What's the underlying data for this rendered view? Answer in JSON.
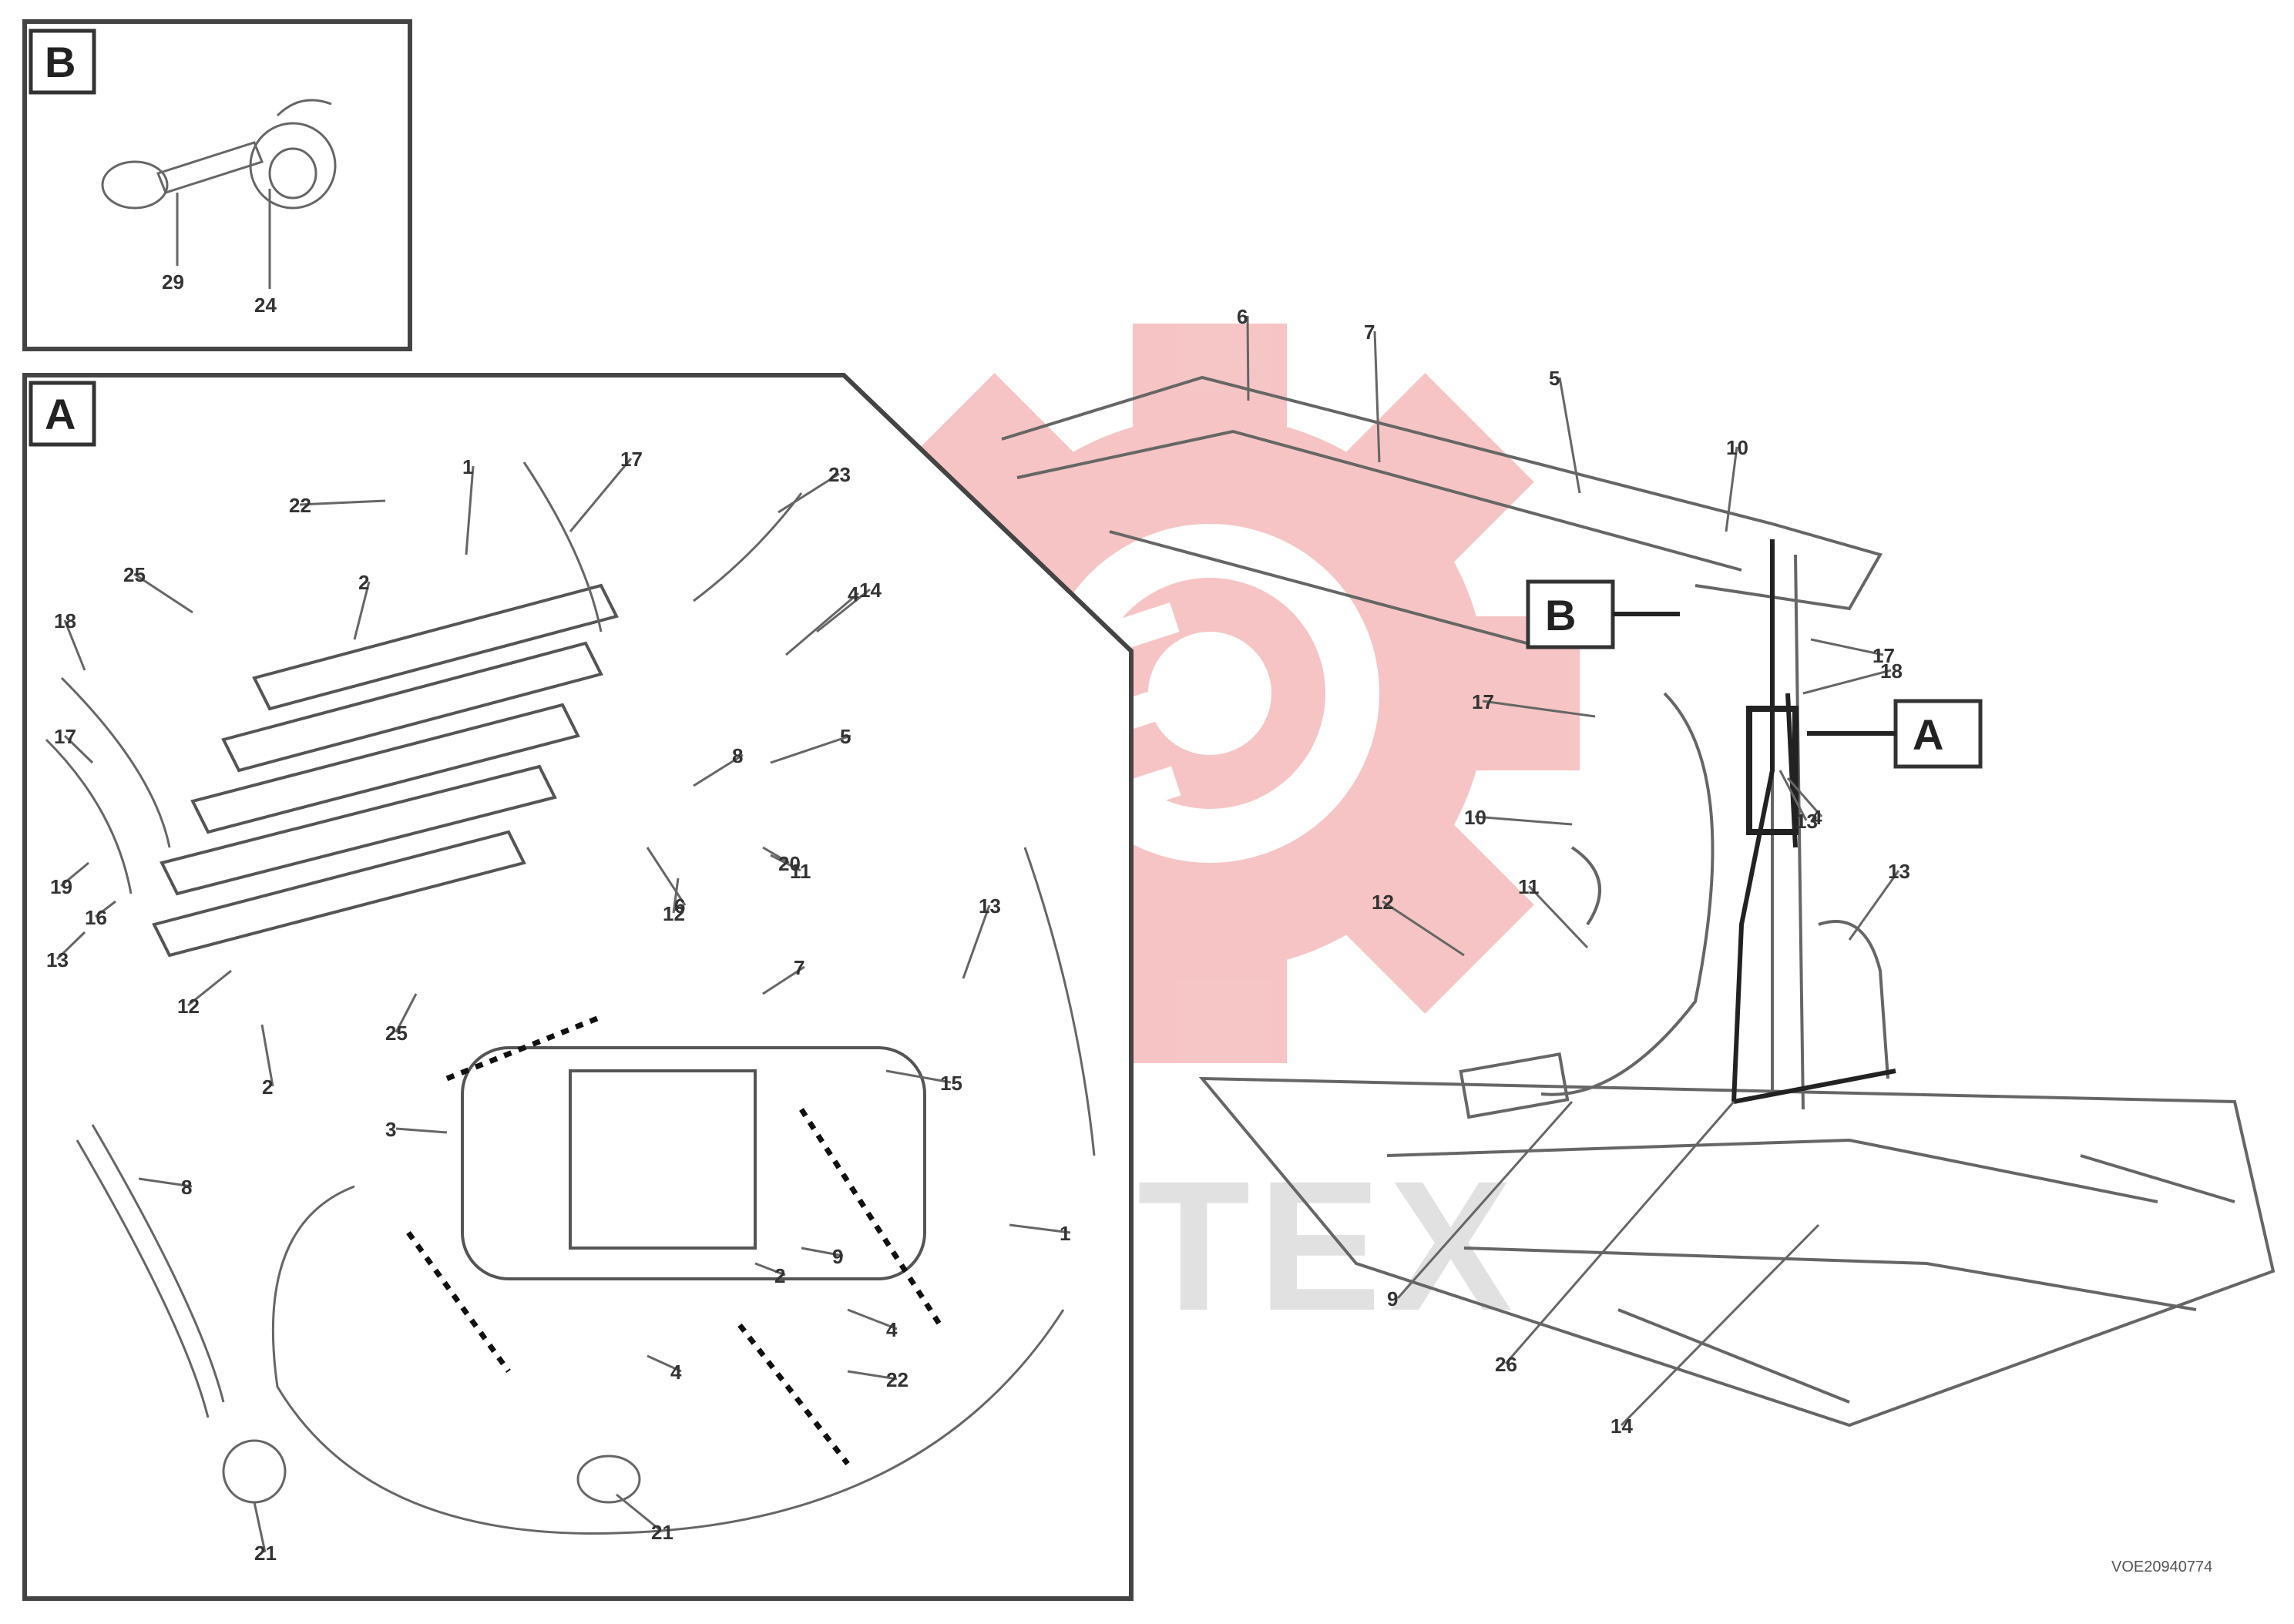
{
  "insets": {
    "b": {
      "label": "B",
      "callouts": [
        "29",
        "24"
      ]
    },
    "a": {
      "label": "A",
      "callouts": [
        "22",
        "1",
        "17",
        "23",
        "2",
        "4",
        "18",
        "25",
        "17",
        "19",
        "16",
        "13",
        "12",
        "5",
        "14",
        "8",
        "25",
        "12",
        "20",
        "11",
        "2",
        "6",
        "3",
        "15",
        "9",
        "4",
        "7",
        "13",
        "21",
        "21",
        "4",
        "1",
        "8",
        "2",
        "22"
      ]
    }
  },
  "main": {
    "callouts": [
      "6",
      "7",
      "5",
      "10",
      "17",
      "17",
      "18",
      "13",
      "13",
      "4",
      "10",
      "12",
      "11",
      "9",
      "26",
      "14"
    ],
    "ref_boxes": [
      "B",
      "A"
    ]
  },
  "footer": {
    "code": "VOE20940774"
  },
  "watermark": {
    "text": "ИНТЕХ",
    "color": "#e03030"
  }
}
